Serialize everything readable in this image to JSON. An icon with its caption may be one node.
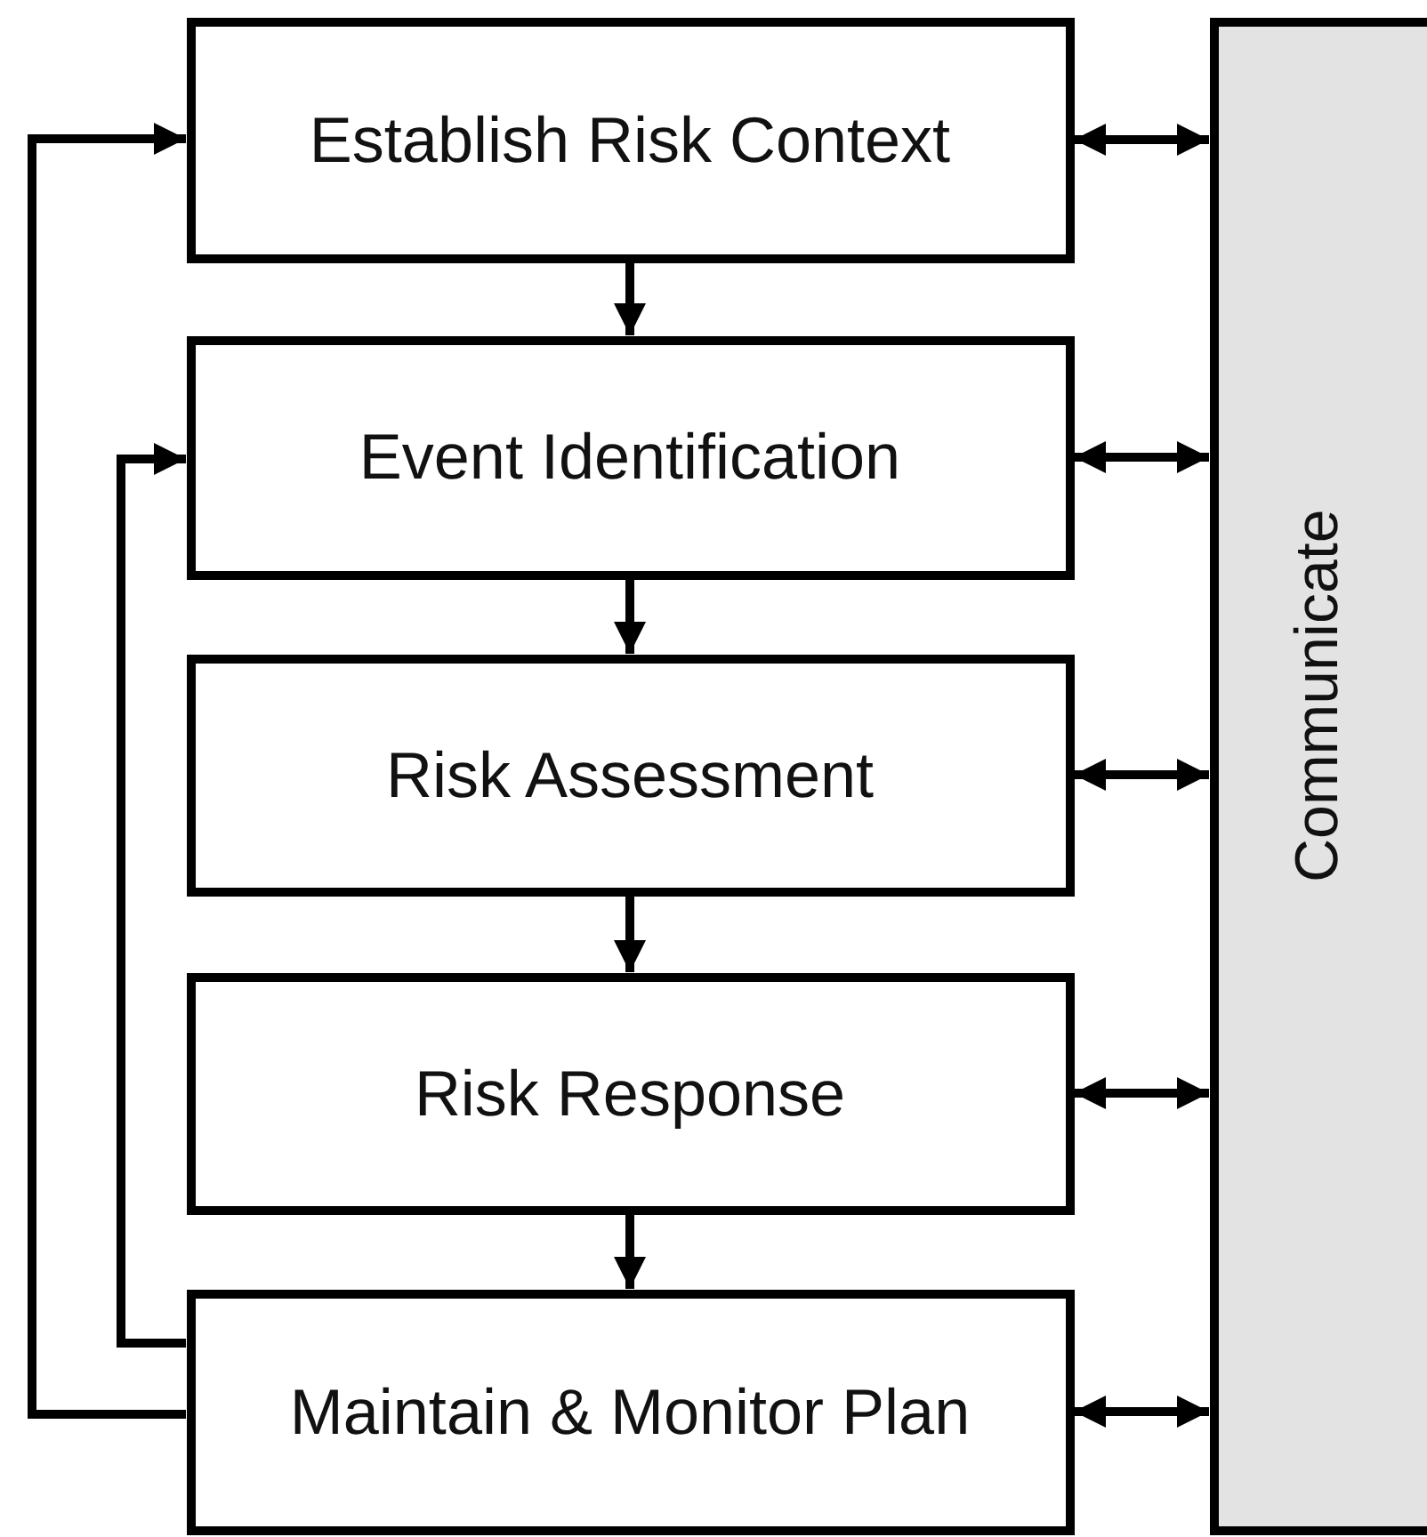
{
  "diagram": {
    "nodes": [
      {
        "text": [
          "Establish Risk Context"
        ]
      },
      {
        "text": [
          "Event Identification"
        ]
      },
      {
        "text": [
          "Risk Assessment"
        ]
      },
      {
        "text": [
          "Risk Response"
        ]
      },
      {
        "text": [
          "Maintain & Monitor Plan"
        ]
      },
      {
        "text": [
          "Communicate"
        ]
      }
    ],
    "edges": [
      {
        "from": 0,
        "to": 1,
        "arrow": "to"
      },
      {
        "from": 1,
        "to": 2,
        "arrow": "to"
      },
      {
        "from": 2,
        "to": 3,
        "arrow": "to"
      },
      {
        "from": 3,
        "to": 4,
        "arrow": "to"
      },
      {
        "from": 4,
        "to": 0,
        "arrow": "to"
      },
      {
        "from": 4,
        "to": 1,
        "arrow": "to"
      },
      {
        "from": 0,
        "to": 5,
        "arrow": "both"
      },
      {
        "from": 1,
        "to": 5,
        "arrow": "both"
      },
      {
        "from": 2,
        "to": 5,
        "arrow": "both"
      },
      {
        "from": 3,
        "to": 5,
        "arrow": "both"
      },
      {
        "from": 4,
        "to": 5,
        "arrow": "both"
      }
    ]
  }
}
